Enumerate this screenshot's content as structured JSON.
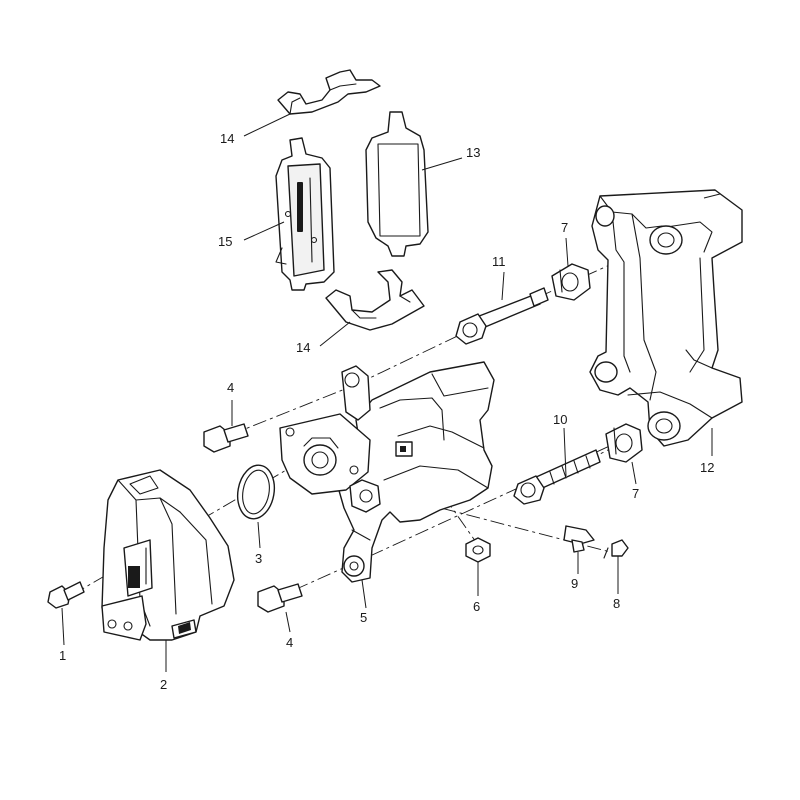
{
  "callouts": [
    {
      "id": "c1",
      "label": "1"
    },
    {
      "id": "c2",
      "label": "2"
    },
    {
      "id": "c3",
      "label": "3"
    },
    {
      "id": "c4a",
      "label": "4"
    },
    {
      "id": "c4b",
      "label": "4"
    },
    {
      "id": "c5",
      "label": "5"
    },
    {
      "id": "c6",
      "label": "6"
    },
    {
      "id": "c7a",
      "label": "7"
    },
    {
      "id": "c7b",
      "label": "7"
    },
    {
      "id": "c8",
      "label": "8"
    },
    {
      "id": "c9",
      "label": "9"
    },
    {
      "id": "c10",
      "label": "10"
    },
    {
      "id": "c11",
      "label": "11"
    },
    {
      "id": "c12",
      "label": "12"
    },
    {
      "id": "c13",
      "label": "13"
    },
    {
      "id": "c14a",
      "label": "14"
    },
    {
      "id": "c14b",
      "label": "14"
    },
    {
      "id": "c15",
      "label": "15"
    }
  ]
}
